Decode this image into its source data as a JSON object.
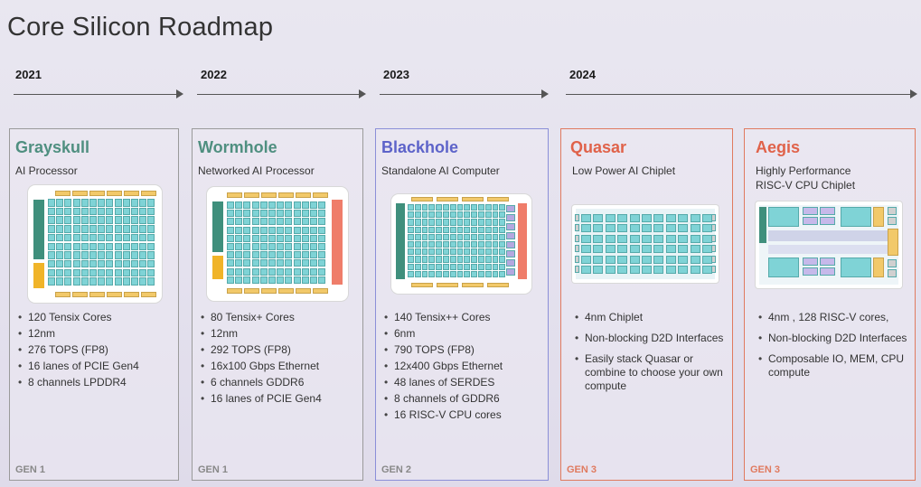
{
  "title": "Core Silicon Roadmap",
  "timeline": [
    "2021",
    "2022",
    "2023",
    "2024"
  ],
  "colors": {
    "grayskull": "#4f8f80",
    "wormhole": "#4f8f80",
    "blackhole": "#5d63c9",
    "quasar": "#e0624a",
    "aegis": "#e0624a"
  },
  "cards": [
    {
      "name": "Grayskull",
      "subtitle": "AI Processor",
      "bullets": [
        "120 Tensix Cores",
        "12nm",
        "276 TOPS (FP8)",
        "16 lanes of PCIE Gen4",
        "8 channels LPDDR4"
      ],
      "gen": "GEN 1"
    },
    {
      "name": "Wormhole",
      "subtitle": "Networked AI Processor",
      "bullets": [
        "80 Tensix+ Cores",
        "12nm",
        "292 TOPS (FP8)",
        "16x100 Gbps Ethernet",
        "6 channels GDDR6",
        "16 lanes of PCIE Gen4"
      ],
      "gen": "GEN 1"
    },
    {
      "name": "Blackhole",
      "subtitle": "Standalone AI Computer",
      "bullets": [
        "140 Tensix++ Cores",
        "6nm",
        "790 TOPS (FP8)",
        "12x400 Gbps Ethernet",
        "48 lanes of SERDES",
        "8 channels of GDDR6",
        "16 RISC-V CPU cores"
      ],
      "gen": "GEN 2"
    },
    {
      "name": "Quasar",
      "subtitle": "Low Power AI Chiplet",
      "bullets": [
        "4nm Chiplet",
        "Non-blocking D2D Interfaces",
        "Easily stack Quasar or combine to choose your own compute"
      ],
      "gen": "GEN 3"
    },
    {
      "name": "Aegis",
      "subtitle": "Highly Performance\nRISC-V CPU Chiplet",
      "bullets": [
        "4nm , 128 RISC-V cores,",
        "Non-blocking D2D Interfaces",
        "Composable IO, MEM, CPU compute"
      ],
      "gen": "GEN 3"
    }
  ]
}
